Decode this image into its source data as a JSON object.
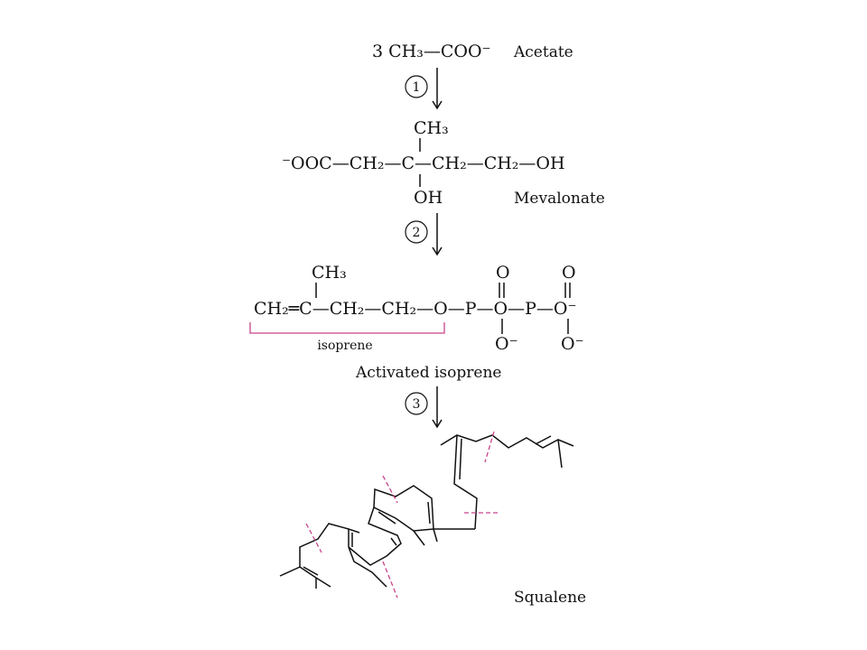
{
  "colors": {
    "ink": "#111111",
    "highlight": "#c8448c"
  },
  "acetate": {
    "formula": "3 CH₃—COO⁻",
    "name": "Acetate"
  },
  "step1": {
    "number": "1"
  },
  "mevalonate": {
    "top_group": "CH₃",
    "main_chain": "⁻OOC—CH₂—C—CH₂—CH₂—OH",
    "bottom_group": "OH",
    "name": "Mevalonate"
  },
  "step2": {
    "number": "2"
  },
  "activated_isoprene": {
    "top_methyl": "CH₃",
    "main_chain": "CH₂═C—CH₂—CH₂—O—P—O—P—O⁻",
    "oxo_1": "O",
    "oxo_2": "O",
    "oxyanion_1": "O⁻",
    "oxyanion_2": "O⁻",
    "bracket_label": "isoprene",
    "name": "Activated isoprene"
  },
  "step3": {
    "number": "3"
  },
  "squalene": {
    "name": "Squalene"
  }
}
